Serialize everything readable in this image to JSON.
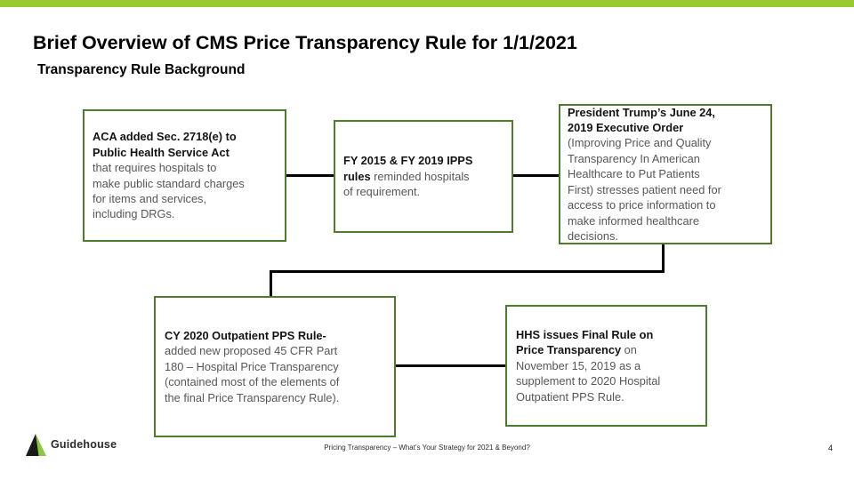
{
  "slide": {
    "title": "Brief Overview of CMS Price Transparency Rule for 1/1/2021",
    "subtitle": "Transparency Rule Background",
    "footer_text": "Pricing Transparency – What’s Your Strategy for 2021 & Beyond?",
    "page_number": "4",
    "logo_label": "Guidehouse"
  },
  "colors": {
    "top_bar": "#9ACA32",
    "box_border": "#4F7B2D",
    "logo_green": "#8DC63F",
    "logo_black": "#1A1A1A",
    "text_strong": "#141414",
    "text_body": "#575757",
    "connector": "#000000"
  },
  "boxes": [
    {
      "name": "aca-section-2718e",
      "lead": "ACA added Sec. 2718(e) to\nPublic Health Service Act",
      "body": "\nthat requires hospitals to\nmake public standard charges\nfor items and services,\nincluding DRGs."
    },
    {
      "name": "fy-2015-2019-ipps-rules",
      "lead": "FY 2015 & FY 2019 IPPS\nrules",
      "body": " reminded hospitals\nof requirement."
    },
    {
      "name": "executive-order-2019",
      "lead": "President Trump’s June 24,\n2019 Executive Order",
      "body": "\n(Improving Price and Quality\nTransparency In American\nHealthcare to Put Patients\nFirst) stresses patient need for\naccess to price information to\nmake informed healthcare\ndecisions."
    },
    {
      "name": "cy-2020-outpatient-pps-rule",
      "lead": "CY 2020 Outpatient PPS Rule-",
      "body": "\nadded new proposed 45 CFR Part\n180 – Hospital Price Transparency\n(contained most of the elements of\nthe final Price Transparency Rule)."
    },
    {
      "name": "hhs-final-rule",
      "lead": "HHS issues Final Rule on\nPrice Transparency",
      "body": " on\nNovember 15, 2019 as a\nsupplement to 2020 Hospital\nOutpatient PPS Rule."
    }
  ]
}
